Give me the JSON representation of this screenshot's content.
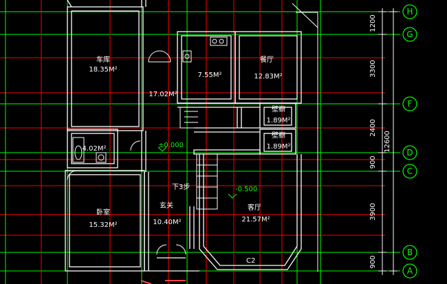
{
  "colors": {
    "background": "#000000",
    "wall": "#ffffff",
    "grid_red": "#ff0000",
    "grid_green": "#00ff00",
    "text": "#ffffff",
    "dim_blue": "#4a7dff"
  },
  "rooms": [
    {
      "name": "车库",
      "area": "18.35M²"
    },
    {
      "name": "",
      "area": "17.02M²"
    },
    {
      "name": "",
      "area": "7.55M²"
    },
    {
      "name": "餐厅",
      "area": "12.83M²"
    },
    {
      "name": "壁橱",
      "area": "1.89M²"
    },
    {
      "name": "壁橱",
      "area": "1.89M²"
    },
    {
      "name": "",
      "area": "4.02M²"
    },
    {
      "name": "卧室",
      "area": "15.32M²"
    },
    {
      "name": "玄关",
      "area": "10.40M²"
    },
    {
      "name": "客厅",
      "area": "21.57M²"
    }
  ],
  "labels": {
    "level_main": "±0.000",
    "level_living": "-0.500",
    "stairs_down": "下3步",
    "window_c2": "C2"
  },
  "axis_labels": [
    "H",
    "G",
    "F",
    "D",
    "C",
    "B",
    "A"
  ],
  "dimensions": {
    "segments": [
      "1200",
      "3300",
      "2400",
      "900",
      "3900",
      "900"
    ],
    "total": "12600"
  }
}
